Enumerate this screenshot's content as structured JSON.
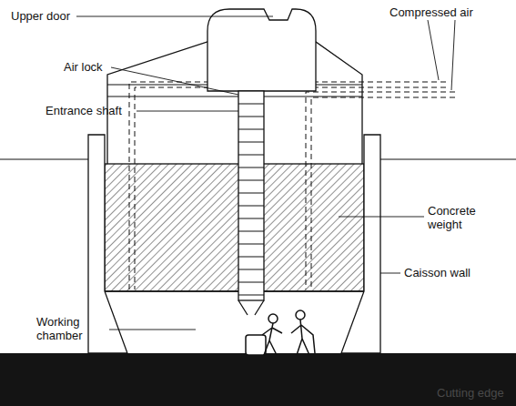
{
  "diagram": {
    "labels": [
      "Upper door",
      "Air lock",
      "Compressed air",
      "Entrance shaft",
      "Concrete weight",
      "Caisson wall",
      "Working chamber",
      "Cutting edge"
    ]
  }
}
